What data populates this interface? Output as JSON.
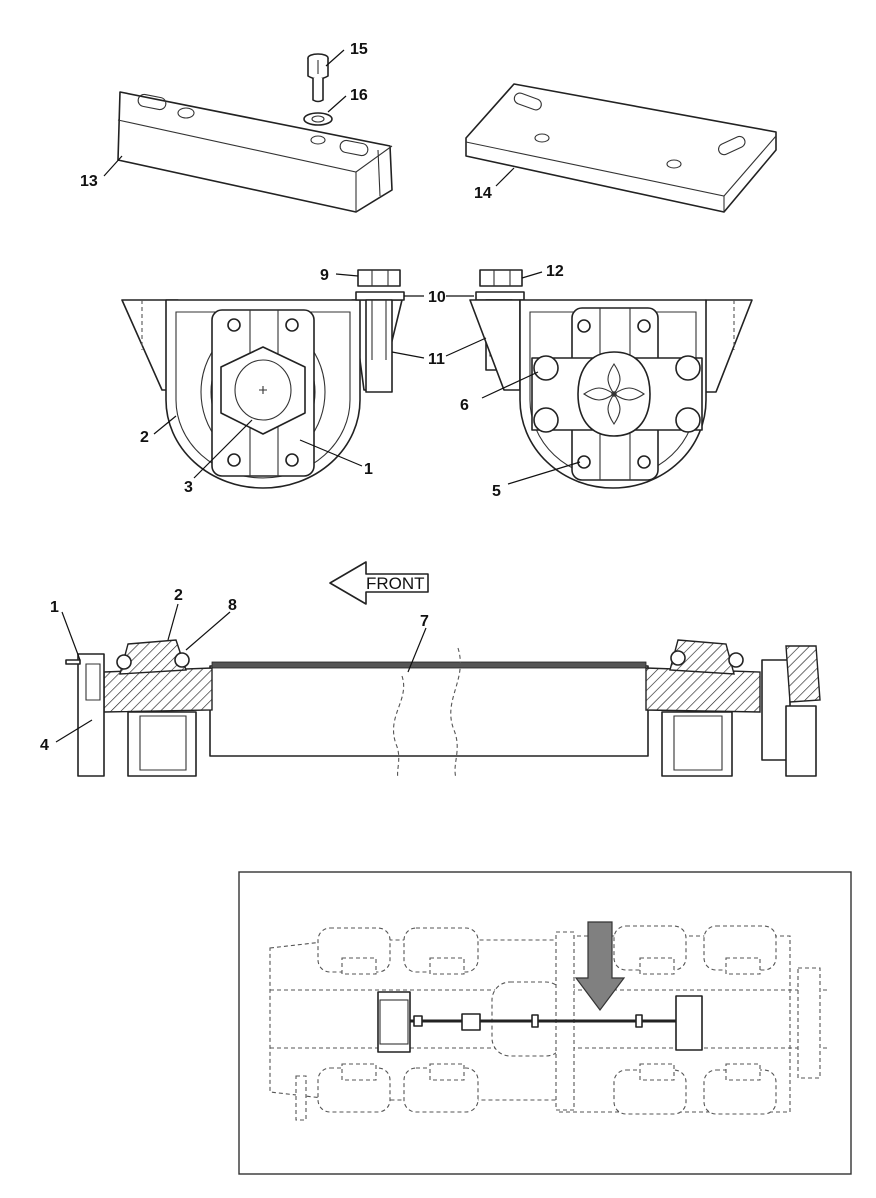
{
  "labels": {
    "l1": "1",
    "l2": "2",
    "l3": "3",
    "l4": "4",
    "l5": "5",
    "l6": "6",
    "l7": "7",
    "l8": "8",
    "l9": "9",
    "l10": "10",
    "l11": "11",
    "l12": "12",
    "l13": "13",
    "l14": "14",
    "l15": "15",
    "l16": "16"
  },
  "front_label": "FRONT",
  "icons": {
    "front_arrow": "front-arrow-icon",
    "location_arrow": "location-arrow-icon"
  },
  "colors": {
    "line": "#222222",
    "arrow_fill": "#808080",
    "background": "#ffffff"
  }
}
